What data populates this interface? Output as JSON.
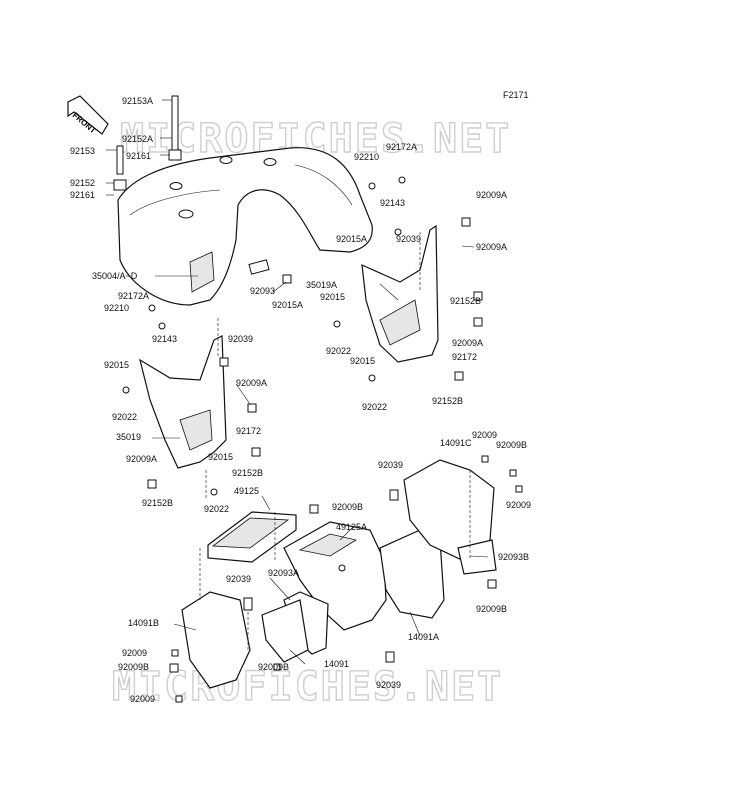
{
  "figure_code": "F2171",
  "front_label": "FRONT",
  "watermark": "MICROFICHES.NET",
  "colors": {
    "ink": "#111111",
    "watermark": "#cfcfcf",
    "background": "#ffffff"
  },
  "callouts": [
    "92153A",
    "92152A",
    "92161",
    "92153",
    "92152",
    "92161",
    "92210",
    "92172A",
    "92143",
    "92009A",
    "92039",
    "92015A",
    "35019A",
    "92009A",
    "92015",
    "92152B",
    "92022",
    "92009A",
    "92015",
    "92172",
    "92022",
    "92152B",
    "35004/A~D",
    "92093",
    "92015A",
    "92172A",
    "92210",
    "92143",
    "92039",
    "92015",
    "92009A",
    "92022",
    "35019",
    "92172",
    "92009A",
    "92015",
    "92152B",
    "92152B",
    "92022",
    "92039",
    "14091C",
    "92009",
    "92009B",
    "49125",
    "92009B",
    "92009",
    "49125A",
    "92093B",
    "92039",
    "92093A",
    "14091B",
    "92009",
    "92009B",
    "92009B",
    "92009",
    "14091",
    "14091A",
    "92039",
    "92009B"
  ]
}
